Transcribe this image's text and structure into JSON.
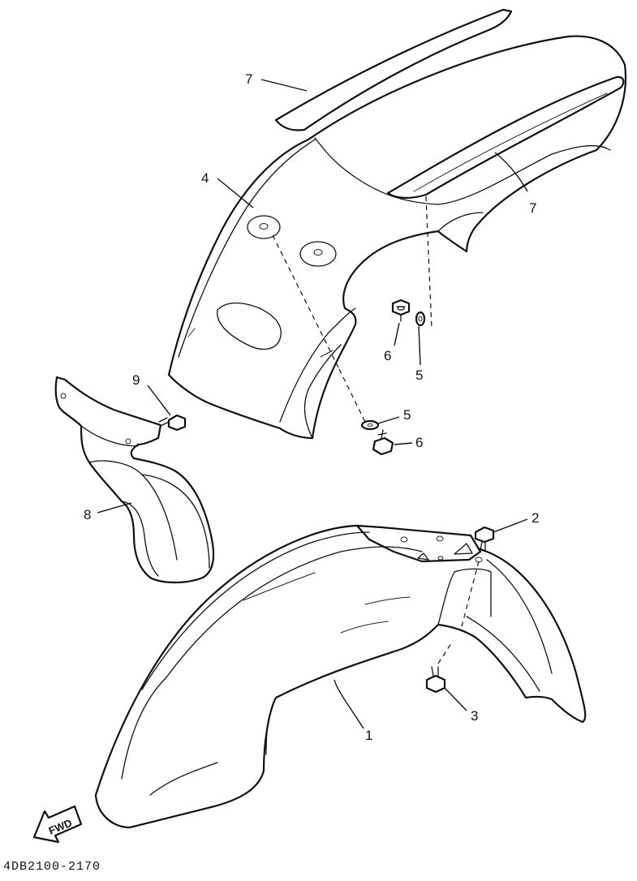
{
  "callouts": {
    "front_fender": "1",
    "bolt_upper": "2",
    "bolt_lower": "3",
    "grommet": "4",
    "washer_right": "5",
    "washer_lower": "5",
    "bolt_right": "6",
    "bolt_lower_small": "6",
    "decal_upper": "7",
    "decal_right": "7",
    "mud_guard": "8",
    "guard_bolt": "9"
  },
  "fwd_label": "FWD",
  "diagram_code": "4DB2100-2170"
}
